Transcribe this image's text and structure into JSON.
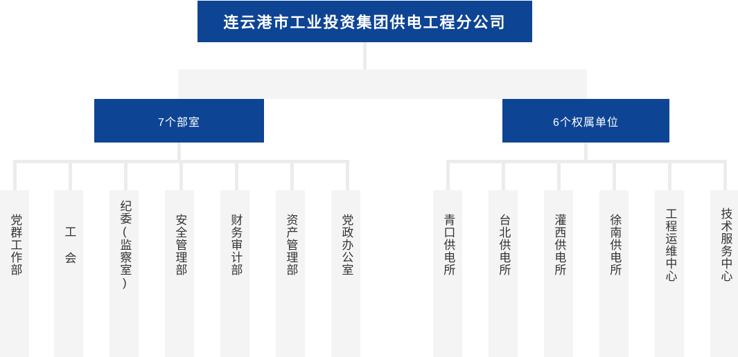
{
  "chart_title": "连云港市工业投资集团供电工程分公司",
  "colors": {
    "brand_blue": "#0e4494",
    "leaf_fill": "#f4f4f5",
    "connector": "#ececed",
    "title_text": "#ffffff",
    "leaf_text": "#333333"
  },
  "root": {
    "label": "连云港市工业投资集团供电工程分公司"
  },
  "branches": [
    {
      "label": "7个部室"
    },
    {
      "label": "6个权属单位"
    }
  ],
  "departments": [
    {
      "label": "党群工作部"
    },
    {
      "label": "工 会"
    },
    {
      "label": "纪委(监察室)"
    },
    {
      "label": "安全管理部"
    },
    {
      "label": "财务审计部"
    },
    {
      "label": "资产管理部"
    },
    {
      "label": "党政办公室"
    }
  ],
  "subsidiaries": [
    {
      "label": "青口供电所"
    },
    {
      "label": "台北供电所"
    },
    {
      "label": "灌西供电所"
    },
    {
      "label": "徐南供电所"
    },
    {
      "label": "工程运维中心"
    },
    {
      "label": "技术服务中心"
    }
  ]
}
